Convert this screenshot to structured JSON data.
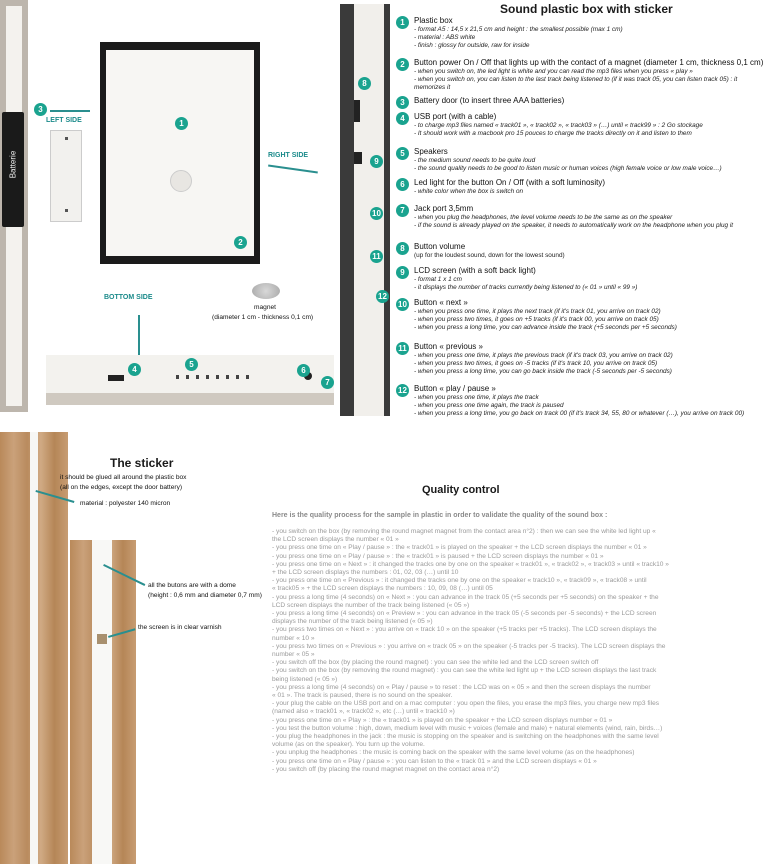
{
  "top": {
    "title": "Sound plastic box with sticker",
    "left_side_label": "LEFT SIDE",
    "right_side_label": "RIGHT SIDE",
    "bottom_side_label": "BOTTOM SIDE",
    "magnet_label": "magnet",
    "magnet_dims": "(diameter 1 cm - thickness 0,1 cm)",
    "battery_text": "Batterie",
    "badges": [
      "1",
      "2",
      "3",
      "4",
      "5",
      "6",
      "7",
      "8",
      "9",
      "10",
      "11",
      "12"
    ]
  },
  "items": [
    {
      "num": "1",
      "title": "Plastic box",
      "lines": [
        "-  format A5 : 14,5 x 21,5 cm and height : the smallest possible (max 1 cm)",
        "-  material : ABS white",
        "-  finish : glossy for outside, raw for inside"
      ]
    },
    {
      "num": "2",
      "title": "Button power On / Off that lights up with the contact of a magnet (diameter 1 cm, thickness 0,1 cm)",
      "lines": [
        "-  when you switch on, the led light is white and you can read the mp3 files when you press « play »",
        "-  when you switch on, you can listen to the last track being listened to (if it was track 05, you can listen track 05) : it memorizes it"
      ]
    },
    {
      "num": "3",
      "title": "Battery door (to insert three AAA batteries)",
      "lines": []
    },
    {
      "num": "4",
      "title": "USB port (with a cable)",
      "lines": [
        "-  to charge mp3 files named « track01 », « track02 », « track03 » (…) until « track99 » : 2 Go stockage",
        "-  It should work with a macbook pro 15 pouces to charge the tracks directly on it and listen to them"
      ]
    },
    {
      "num": "5",
      "title": "Speakers",
      "lines": [
        "-  the medium sound needs to be quite loud",
        "-  the sound quality needs to be good to listen music or human voices (high female voice or low male voice…)"
      ]
    },
    {
      "num": "6",
      "title": "Led light for the button On / Off (with a soft luminosity)",
      "lines": [
        "-  white color when the box is switch on"
      ]
    },
    {
      "num": "7",
      "title": "Jack port 3,5mm",
      "lines": [
        "-  when you plug the headphones, the level volume needs to be the same as on the speaker",
        "-  if the sound is already played on the speaker, it needs to automatically work on the headphone when you plug it"
      ]
    },
    {
      "num": "8",
      "title": "Button volume",
      "lines": [
        "(up for the loudest sound, down for the lowest sound)"
      ]
    },
    {
      "num": "9",
      "title": "LCD screen (with a soft back light)",
      "lines": [
        "-  format 1 x 1 cm",
        "-  it displays the number of tracks currently being listened to (« 01 » until « 99 »)"
      ]
    },
    {
      "num": "10",
      "title": "Button « next »",
      "lines": [
        "-  when you press one time, it plays the next track (if it's track 01, you arrive on track 02)",
        "-  when you press two times, it goes on +5 tracks (if it's track 00, you arrive on track 05)",
        "-  when you press a long time, you can advance inside the track (+5 seconds per +5 seconds)"
      ]
    },
    {
      "num": "11",
      "title": "Button « previous »",
      "lines": [
        "-  when you press one time, it plays the previous track (if it's track 03, you arrive on track 02)",
        "-  when you press two times, it goes on -5 tracks (if it's track 10, you arrive on track 05)",
        "-  when you press a long time, you can go back inside the track (-5 seconds per -5 seconds)"
      ]
    },
    {
      "num": "12",
      "title": "Button « play / pause »",
      "lines": [
        "-  when you press one time, it plays the track",
        "-  when you press one time again, the track is paused",
        "-  when you press a long time, you go back on track 00 (if it's track 34, 55, 80 or whatever (…), you arrive on track 00)"
      ]
    }
  ],
  "sticker": {
    "title": "The sticker",
    "glue_note_1": "it should be glued all around the plastic box",
    "glue_note_2": "(all on the edges, except the door battery)",
    "material": "material : polyester 140 micron",
    "buttons_note_1": "all the butons are with a dome",
    "buttons_note_2": "(height : 0,6 mm and diameter 0,7 mm)",
    "screen_note": "the screen is in clear varnish"
  },
  "quality": {
    "title": "Quality control",
    "intro": "Here is the quality process for the sample in plastic in order to validate the quality of the sound box :",
    "lines": [
      "-  you switch on the box (by removing the round magnet magnet from the contact area n°2) : then we can see the white led light up «",
      "the LCD screen displays the number « 01 »",
      "-  you press one time on « Play / pause » : the « track01 » is played on the speaker + the LCD screen displays the number « 01 »",
      "-  you press one time on « Play / pause » : the « track01 » is paused + the LCD screen displays the number « 01 »",
      "-  you press one time on « Next » : it changed the tracks one by one on the speaker « track01 », « track02 », « track03 » until « track10 »",
      "   + the LCD screen displays the numbers : 01, 02, 03 (…) until 10",
      "-  you press one time on « Previous » : it changed the tracks one by one on the speaker « track10 », « track09 », « track08 » until",
      "   « track05 » + the LCD screen displays the numbers : 10, 09, 08 (…) until 05",
      "-  you press a long time (4 seconds) on « Next » : you can advance in the track 05 (+5 seconds per +5 seconds) on the speaker + the",
      "   LCD screen displays the number of the track being listened (« 05 »)",
      "-  you press a long time (4 seconds) on « Preview » : you can advance in the track 05 (-5 seconds per -5 seconds) + the LCD screen",
      "   displays the number of the track being listened (« 05 »)",
      "-  you press two times on « Next » : you arrive on « track 10 » on the speaker (+5 tracks per +5 tracks). The LCD screen displays the",
      "   number « 10 »",
      "-  you press two times on « Previous » : you arrive on « track 05 » on the speaker (-5 tracks per -5 tracks). The LCD screen displays the",
      "   number « 05 »",
      "-  you switch off the box (by placing the round magnet) : you can see the white led and the LCD screen switch off",
      "-  you switch on the box (by removing the round magnet) : you can see the white led light up + the LCD screen displays the last track",
      "   being listened (« 05 »)",
      "-  you press a long time (4 seconds) on « Play / pause » to reset : the LCD was on « 05 » and then the screen displays the number",
      "   « 01 ». The track is paused, there is no sound on the speaker.",
      "-  your plug the cable on the USB port and on a mac computer : you open the files, you erase the mp3 files, you charge new mp3 files",
      "   (named also « track01 », « track02 », etc (…) until « track10 »)",
      "-  you press one time on « Play » : the « track01 » is played on the speaker + the LCD screen displays number « 01 »",
      "-  you test the button volume : high, down, medium level with music + voices (female and male) + natural elements (wind, rain, birds…)",
      "-  you plug the headphones in the jack : the music is stopping on the speaker and is switching on the headphones with the same level",
      "   volume (as on the speaker). You turn up the volume.",
      "-  you unplug the headphones : the music is coming back on the speaker with the same level volume (as on the headphones)",
      "-  you press one time on « Play / pause » : you can listen to the « track 01 » and the LCD screen displays « 01 »",
      "-  you switch off (by placing the round magnet magnet on the contact area n°2)"
    ]
  }
}
